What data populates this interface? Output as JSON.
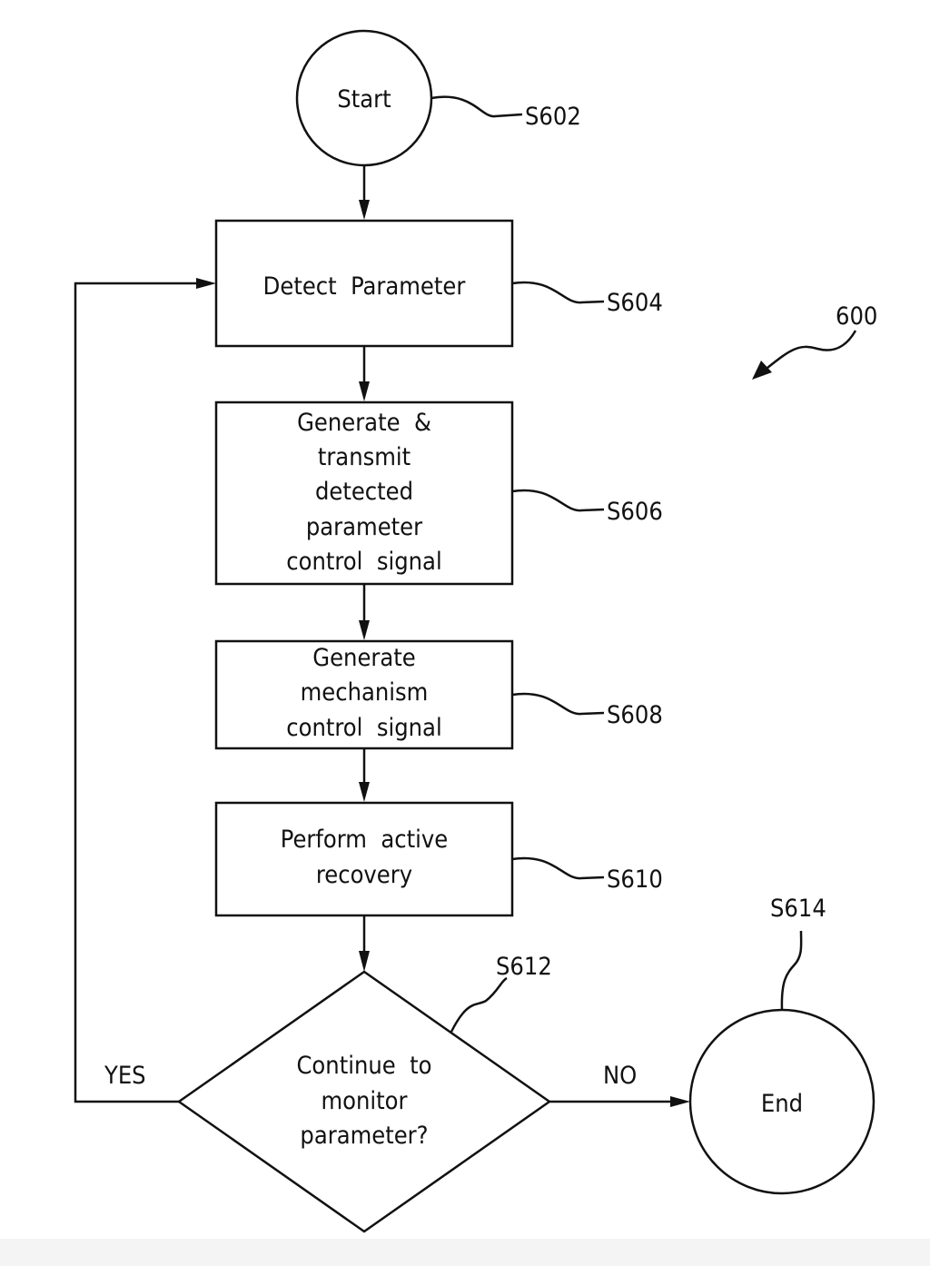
{
  "figure": {
    "number": "600",
    "nodes": {
      "start": {
        "ref": "S602",
        "lines": [
          "Start"
        ]
      },
      "detect": {
        "ref": "S604",
        "lines": [
          "Detect  Parameter"
        ]
      },
      "transmit": {
        "ref": "S606",
        "lines": [
          "Generate  &",
          "transmit",
          "detected",
          "parameter",
          "control  signal"
        ]
      },
      "mechanism": {
        "ref": "S608",
        "lines": [
          "Generate",
          "mechanism",
          "control  signal"
        ]
      },
      "recovery": {
        "ref": "S610",
        "lines": [
          "Perform  active",
          "recovery"
        ]
      },
      "decision": {
        "ref": "S612",
        "lines": [
          "Continue  to",
          "monitor",
          "parameter?"
        ]
      },
      "end": {
        "ref": "S614",
        "lines": [
          "End"
        ]
      }
    },
    "edges": {
      "yes_label": "YES",
      "no_label": "NO"
    }
  }
}
